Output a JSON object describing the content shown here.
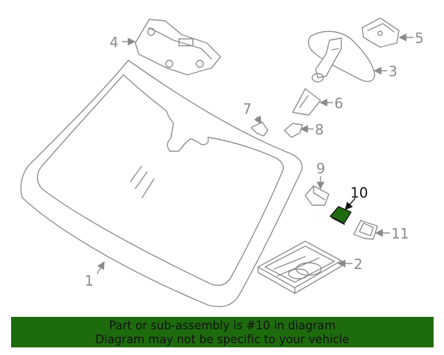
{
  "diagram": {
    "callouts": [
      "1",
      "2",
      "3",
      "4",
      "5",
      "6",
      "7",
      "8",
      "9",
      "10",
      "11"
    ],
    "highlighted_callout": "10",
    "highlight_color": "#1e6b0e",
    "line_color": "#8a8a8a"
  },
  "banner": {
    "line1": "Part or sub-assembly is #10 in diagram",
    "line2": "Diagram may not be specific to your vehicle",
    "background": "#1e6b0e"
  }
}
